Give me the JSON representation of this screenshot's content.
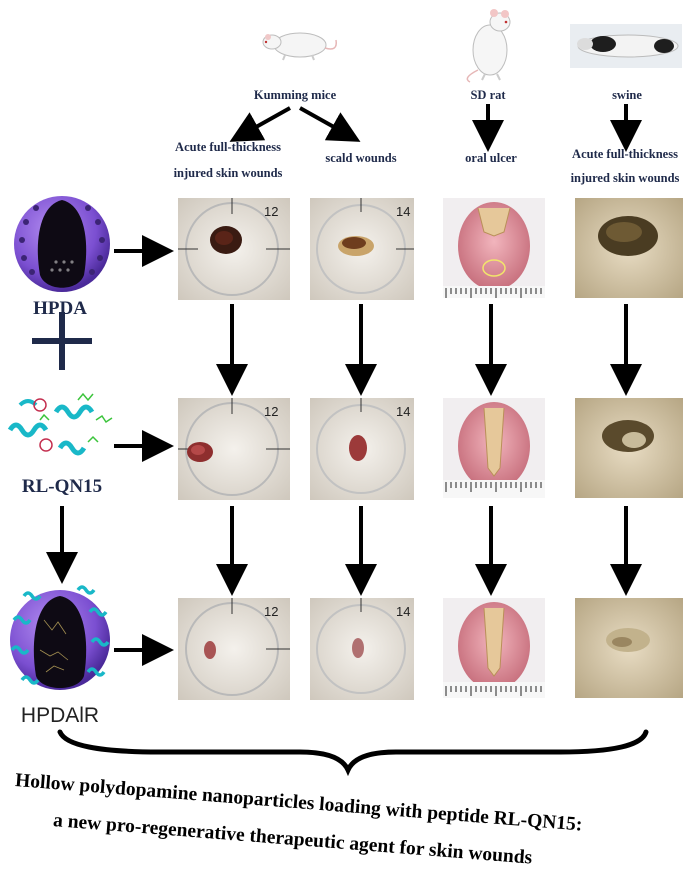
{
  "animals": {
    "mice": "Kumming mice",
    "rat": "SD rat",
    "swine": "swine"
  },
  "models": {
    "acute_mice_line1": "Acute full-thickness",
    "acute_mice_line2": "injured skin wounds",
    "scald": "scald wounds",
    "oral": "oral ulcer",
    "acute_swine_line1": "Acute full-thickness",
    "acute_swine_line2": "injured skin wounds"
  },
  "agents": {
    "hpda": "HPDA",
    "plus": "+",
    "peptide": "RL-QN15",
    "combined": "HPDAlR"
  },
  "photo_labels": {
    "mice_acute": "12",
    "mice_scald": "14"
  },
  "title": {
    "line1": "Hollow polydopamine nanoparticles loading with peptide RL-QN15:",
    "line2": "a new pro-regenerative therapeutic agent for skin wounds"
  },
  "colors": {
    "nanoparticle": "#7b4fd1",
    "nanoparticle_core": "#0e0a14",
    "peptide_helix": "#19b8c8",
    "label_text": "#1f2a4a",
    "arrow": "#000000",
    "wound_fresh": "#5a2418",
    "wound_healing": "#9c3a3a",
    "tissue_pink": "#e7a1aa",
    "fur": "#d9cfbf"
  }
}
